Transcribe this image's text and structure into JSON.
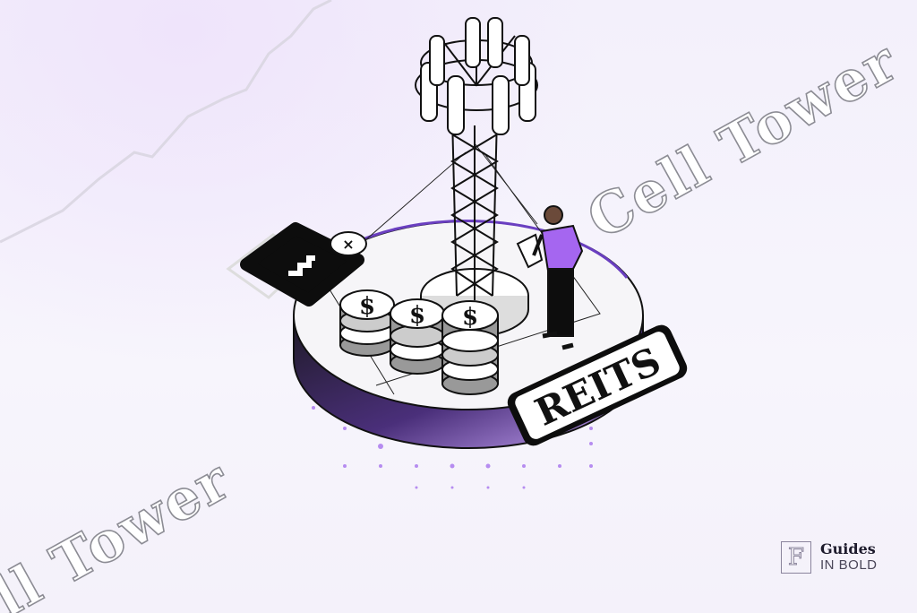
{
  "illustration": {
    "headline_top": "Cell Tower",
    "headline_bottom": "ll Tower",
    "badge_label": "REITS",
    "coin_symbol": "$",
    "close_symbol": "×",
    "colors": {
      "accent": "#9b5cf6",
      "platform_dark": "#2a2336",
      "person_shirt": "#a566f0",
      "background": "#f3f0fb"
    }
  },
  "logo": {
    "mark": "F",
    "title": "Guides",
    "subtitle": "IN BOLD"
  }
}
